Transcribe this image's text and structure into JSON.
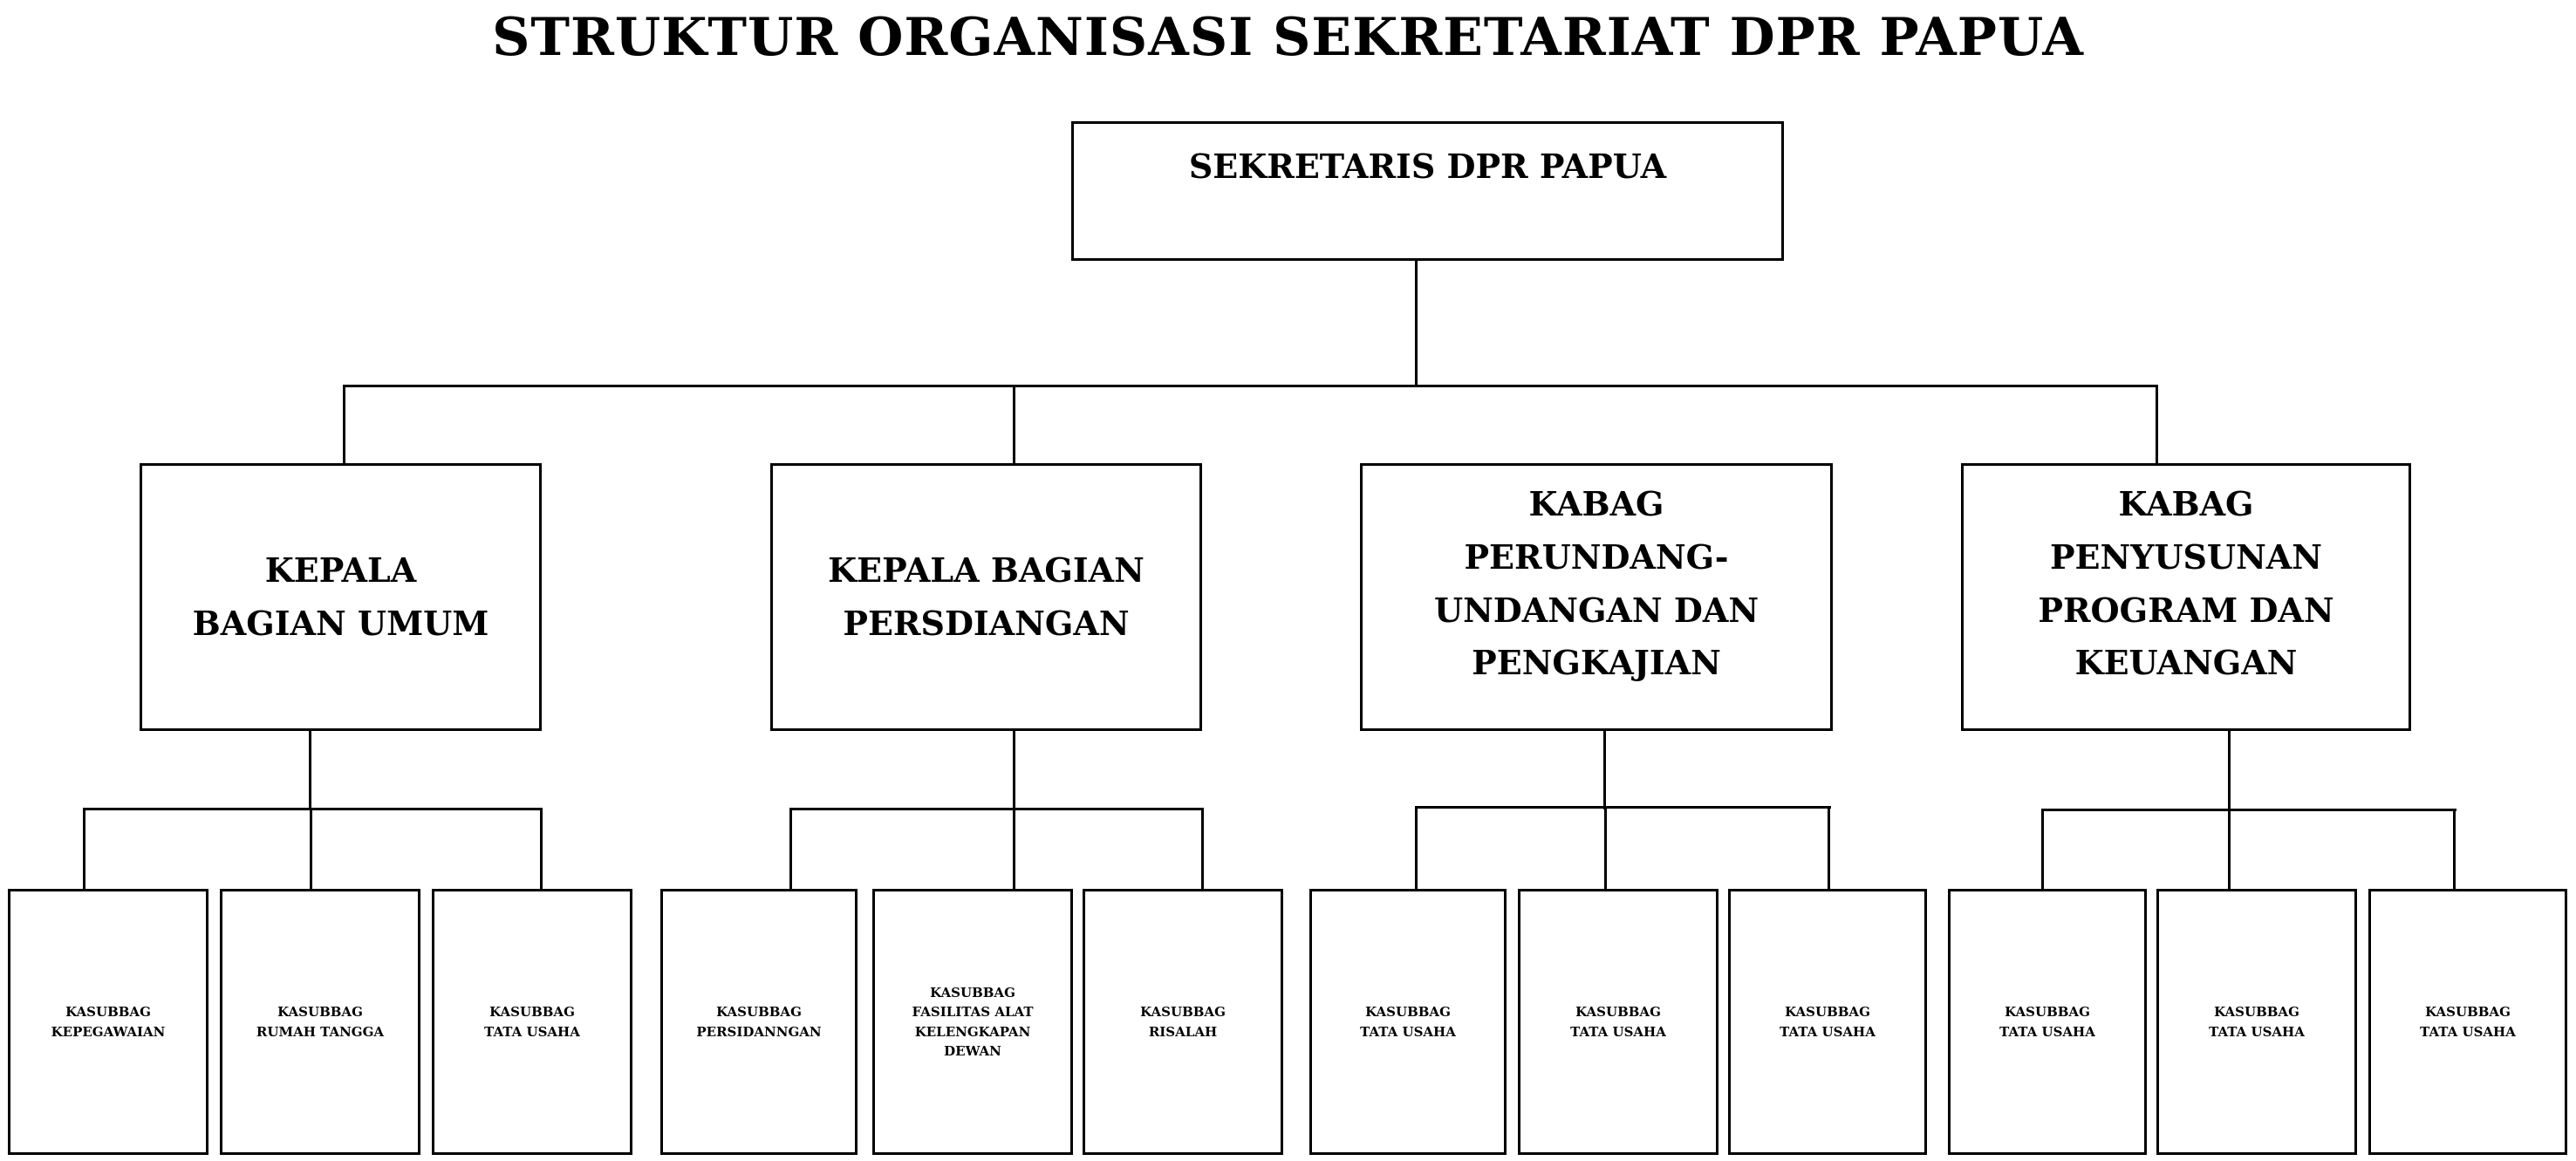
{
  "title": "STRUKTUR ORGANISASI SEKRETARIAT DPR PAPUA",
  "root": "SEKRETARIS DPR PAPUA",
  "departments": [
    {
      "label": "KEPALA\nBAGIAN  UMUM",
      "units": [
        "KASUBBAG\nKEPEGAWAIAN",
        "KASUBBAG\nRUMAH TANGGA",
        "KASUBBAG\nTATA USAHA"
      ]
    },
    {
      "label": "KEPALA BAGIAN\nPERSDIANGAN",
      "units": [
        "KASUBBAG\nPERSIDANNGAN",
        "KASUBBAG\nFASILITAS ALAT\nKELENGKAPAN\nDEWAN",
        "KASUBBAG\nRISALAH"
      ]
    },
    {
      "label": "KABAG\nPERUNDANG-\nUNDANGAN DAN\nPENGKAJIAN",
      "units": [
        "KASUBBAG\nTATA USAHA",
        "KASUBBAG\nTATA USAHA",
        "KASUBBAG\nTATA USAHA"
      ]
    },
    {
      "label": "KABAG\nPENYUSUNAN\nPROGRAM DAN\nKEUANGAN",
      "units": [
        "KASUBBAG\nTATA USAHA",
        "KASUBBAG\nTATA USAHA",
        "KASUBBAG\nTATA USAHA"
      ]
    }
  ]
}
